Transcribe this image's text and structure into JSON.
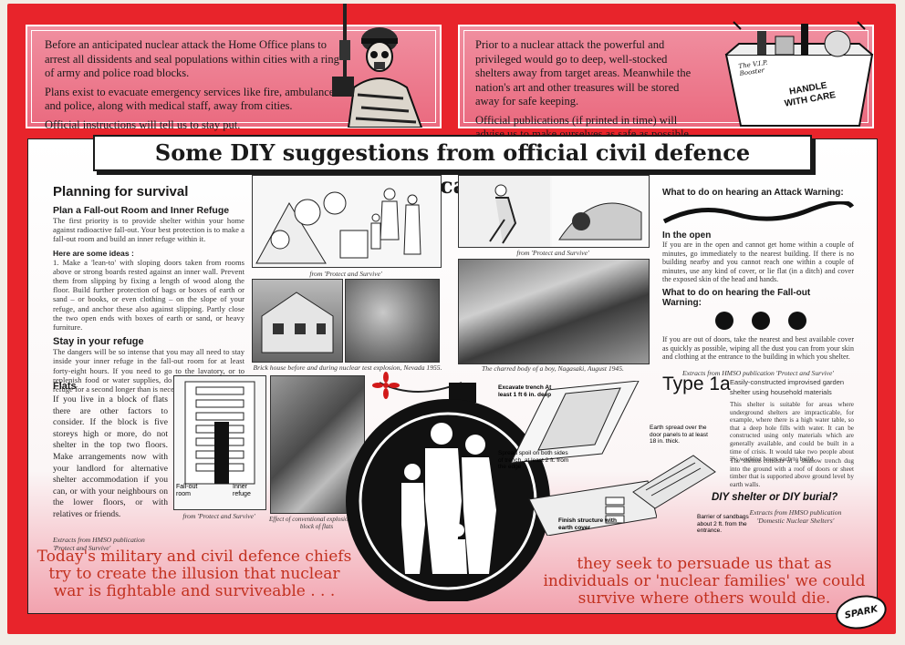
{
  "top_left_panel": {
    "paragraphs": [
      "Before an anticipated nuclear attack the Home Office plans to arrest all dissidents and seal populations within cities with a ring of army and police road blocks.",
      "Plans exist to evacuate emergency services like fire, ambulance and police, along with medical staff, away from cities.",
      "Official instructions will tell us to stay put."
    ]
  },
  "top_right_panel": {
    "paragraphs": [
      "Prior to a nuclear attack the powerful and privileged would go to deep, well-stocked shelters away from target areas. Meanwhile the nation's art and other treasures will be stored away for safe keeping.",
      "Official publications (if printed in time) will advise us to make ourselves as safe as possible, DIY style."
    ],
    "crate_label": "HANDLE WITH CARE",
    "crate_tag": "The V.I.P. Booster"
  },
  "main_title": "Some DIY suggestions from official civil defence publications",
  "planning": {
    "heading": "Planning for survival",
    "sub1": "Plan a Fall-out Room and Inner Refuge",
    "sub1_text": "The first priority is to provide shelter within your home against radioactive fall-out. Your best protection is to make a fall-out room and build an inner refuge within it.",
    "ideas_heading": "Here are some ideas :",
    "ideas_text": "1. Make a 'lean-to' with sloping doors taken from rooms above or strong boards rested against an inner wall. Prevent them from slipping by fixing a length of wood along the floor. Build further protection of bags or boxes of earth or sand – or books, or even clothing – on the slope of your refuge, and anchor these also against slipping. Partly close the two open ends with boxes of earth or sand, or heavy furniture.",
    "stay_heading": "Stay in your refuge",
    "stay_text": "The dangers will be so intense that you may all need to stay inside your inner refuge in the fall-out room for at least forty-eight hours. If you need to go to the lavatory, or to replenish food or water supplies, do not stay outside your refuge for a second longer than is necessary.",
    "flats_heading": "Flats",
    "flats_text": "If you live in a block of flats there are other factors to consider. If the block is five storeys high or more, do not shelter in the top two floors. Make arrangements now with your landlord for alternative shelter accommodation if you can, or with your neighbours on the lower floors, or with relatives or friends.",
    "flats_source": "Extracts from HMSO publication 'Protect and Survive'"
  },
  "captions": {
    "refuge_drawing": "from 'Protect and Survive'",
    "house_photos": "Brick house before and during nuclear test explosion, Nevada 1955.",
    "flats_diagram": "from 'Protect and Survive'",
    "flats_photo": "Effect of conventional explosion on a block of flats",
    "running_drawing": "from 'Protect and Survive'",
    "charred_photo": "The charred body of a boy, Nagasaki, August 1945.",
    "fallout_room": "Fall-out room",
    "inner_refuge": "Inner refuge"
  },
  "warnings": {
    "attack_heading": "What to do on hearing an Attack Warning:",
    "open_heading": "In the open",
    "open_text": "If you are in the open and cannot get home within a couple of minutes, go immediately to the nearest building. If there is no building nearby and you cannot reach one within a couple of minutes, use any kind of cover, or lie flat (in a ditch) and cover the exposed skin of the head and hands.",
    "fallout_heading": "What to do on hearing the Fall-out Warning:",
    "fallout_text": "If you are out of doors, take the nearest and best available cover as quickly as possible, wiping all the dust you can from your skin and clothing at the entrance to the building in which you shelter.",
    "source": "Extracts from HMSO publication 'Protect and Survive'"
  },
  "type1a": {
    "title": "Type 1a",
    "intro": "Easily-constructed improvised garden shelter using household materials",
    "text": "This shelter is suitable for areas where underground shelters are impracticable, for example, where there is a high water table, so that a deep hole fills with water. It can be constructed using only materials which are generally available, and could be built in a time of crisis. It would take two people about 2½ working hours each to build.",
    "text2": "The shelter consists of a shallow trench dug into the ground with a roof of doors or sheet timber that is supported above ground level by earth walls.",
    "question": "DIY shelter or DIY burial?",
    "source": "Extracts from HMSO publication 'Domestic Nuclear Shelters'",
    "labels": {
      "excavate": "Excavate trench At least 1 ft 6 in. deep",
      "earth_spread": "Earth spread over the door panels to at least 18 in. thick.",
      "spread_spoil": "Spread spoil on both sides of trench, at least 2 ft. from the edge",
      "finish": "Finish structure with earth cover",
      "barrier": "Barrier of sandbags about 2 ft. from the entrance."
    }
  },
  "bottom": {
    "left": "Today's military and civil defence chiefs try to create the illusion that nuclear war is fightable and surviveable . . .",
    "right": "they seek to persuade us that as individuals or 'nuclear families' we could survive where others would die.",
    "logo": "SPARK"
  },
  "colors": {
    "frame_red": "#e8242b",
    "pink": "#f08fa0",
    "bottom_text_red": "#c2311f"
  }
}
